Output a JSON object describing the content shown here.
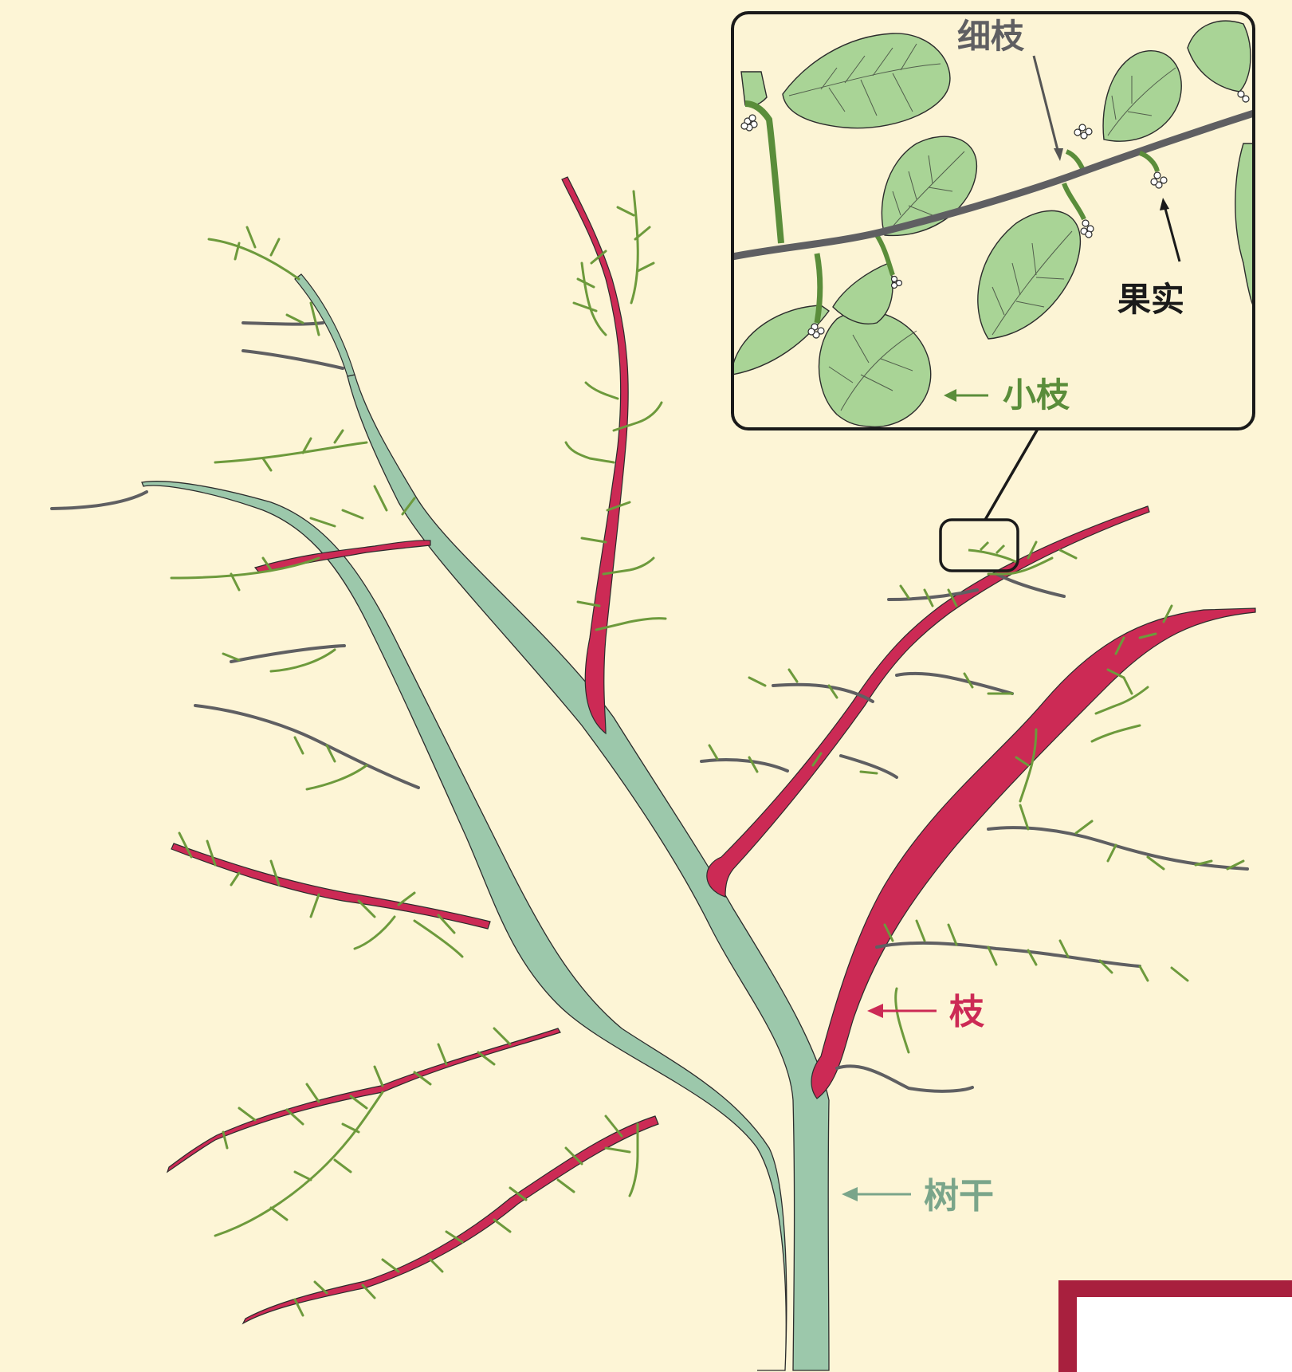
{
  "labels": {
    "trunk": "树干",
    "branch": "枝",
    "twig": "小枝",
    "fine_twig": "细枝",
    "fruit": "果实"
  },
  "colors": {
    "background": "#fdf5d6",
    "trunk": "#9cc8ab",
    "branch": "#cc2a55",
    "twig": "#5f5f62",
    "leafy_twig": "#6d9a3c",
    "leaf": "#a9d496",
    "inset_bg": "#fcf4d5",
    "corner_frame": "#a8203e"
  }
}
